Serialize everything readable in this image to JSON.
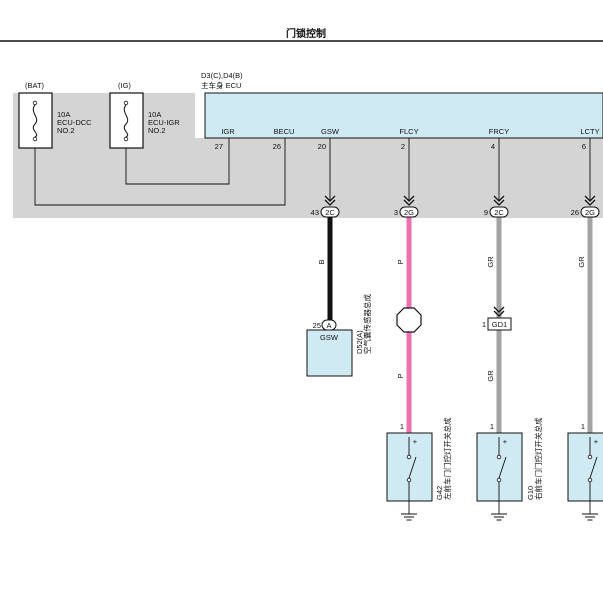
{
  "title": "门锁控制",
  "fuses": [
    {
      "source": "(BAT)",
      "amps": "10A",
      "name1": "ECU-DCC",
      "name2": "NO.2"
    },
    {
      "source": "(IG)",
      "amps": "10A",
      "name1": "ECU-IGR",
      "name2": "NO.2"
    }
  ],
  "ecu": {
    "code": "D3(C),D4(B)",
    "name": "主车身 ECU",
    "pins": [
      {
        "name": "IGR",
        "num": "27"
      },
      {
        "name": "BECU",
        "num": "26"
      },
      {
        "name": "GSW",
        "num": "20"
      },
      {
        "name": "FLCY",
        "num": "2"
      },
      {
        "name": "FRCY",
        "num": "4"
      },
      {
        "name": "LCTY",
        "num": "6"
      }
    ]
  },
  "connectors": [
    {
      "pin": "43",
      "id": "2C"
    },
    {
      "pin": "3",
      "id": "2G"
    },
    {
      "pin": "9",
      "id": "2C"
    },
    {
      "pin": "26",
      "id": "2G"
    }
  ],
  "wires": [
    {
      "color_code": "B",
      "color": "#111111"
    },
    {
      "color_code": "P",
      "color": "#ee6fb2"
    },
    {
      "color_code": "GR",
      "color": "#a3a3a3"
    },
    {
      "color_code": "GR",
      "color": "#a3a3a3"
    }
  ],
  "sensor": {
    "pin": "25",
    "conn": "A",
    "label": "GSW",
    "code": "D52(A)",
    "name": "空气囊传感器总成"
  },
  "junction": {
    "pin": "1",
    "id": "GD1"
  },
  "switches": [
    {
      "pin": "1",
      "code": "G42",
      "name": "左前车门门控灯开关总成"
    },
    {
      "pin": "1",
      "code": "G10",
      "name": "右前车门门控灯开关总成"
    },
    {
      "pin": "1",
      "code": "",
      "name": ""
    }
  ],
  "colors": {
    "ecu_fill": "#cfeaf2",
    "panel_fill": "#d4d4d4",
    "line": "#111111"
  }
}
